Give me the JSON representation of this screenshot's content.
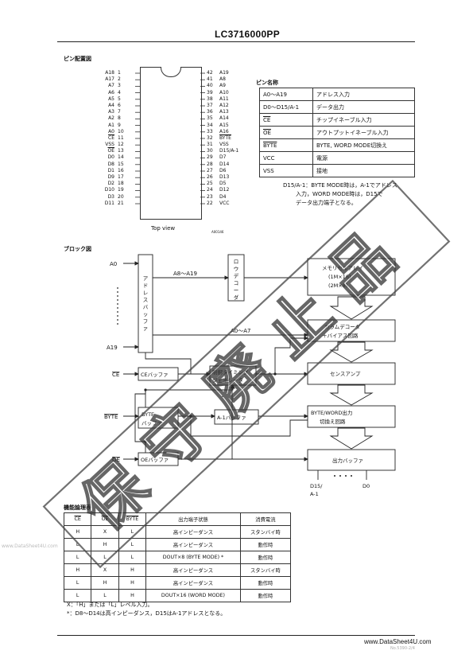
{
  "header": {
    "part_number": "LC3716000PP"
  },
  "pinout": {
    "title": "ピン配置図",
    "left_pins": [
      {
        "name": "A18",
        "num": "1"
      },
      {
        "name": "A17",
        "num": "2"
      },
      {
        "name": "A7",
        "num": "3"
      },
      {
        "name": "A6",
        "num": "4"
      },
      {
        "name": "A5",
        "num": "5"
      },
      {
        "name": "A4",
        "num": "6"
      },
      {
        "name": "A3",
        "num": "7"
      },
      {
        "name": "A2",
        "num": "8"
      },
      {
        "name": "A1",
        "num": "9"
      },
      {
        "name": "A0",
        "num": "10"
      },
      {
        "name": "CE",
        "num": "11"
      },
      {
        "name": "VSS",
        "num": "12"
      },
      {
        "name": "OE",
        "num": "13"
      },
      {
        "name": "D0",
        "num": "14"
      },
      {
        "name": "D8",
        "num": "15"
      },
      {
        "name": "D1",
        "num": "16"
      },
      {
        "name": "D9",
        "num": "17"
      },
      {
        "name": "D2",
        "num": "18"
      },
      {
        "name": "D10",
        "num": "19"
      },
      {
        "name": "D3",
        "num": "20"
      },
      {
        "name": "D11",
        "num": "21"
      }
    ],
    "right_pins": [
      {
        "num": "42",
        "name": "A19"
      },
      {
        "num": "41",
        "name": "A8"
      },
      {
        "num": "40",
        "name": "A9"
      },
      {
        "num": "39",
        "name": "A10"
      },
      {
        "num": "38",
        "name": "A11"
      },
      {
        "num": "37",
        "name": "A12"
      },
      {
        "num": "36",
        "name": "A13"
      },
      {
        "num": "35",
        "name": "A14"
      },
      {
        "num": "34",
        "name": "A15"
      },
      {
        "num": "33",
        "name": "A16"
      },
      {
        "num": "32",
        "name": "BYTE"
      },
      {
        "num": "31",
        "name": "VSS"
      },
      {
        "num": "30",
        "name": "D15/A-1"
      },
      {
        "num": "29",
        "name": "D7"
      },
      {
        "num": "28",
        "name": "D14"
      },
      {
        "num": "27",
        "name": "D6"
      },
      {
        "num": "26",
        "name": "D13"
      },
      {
        "num": "25",
        "name": "D5"
      },
      {
        "num": "24",
        "name": "D12"
      },
      {
        "num": "23",
        "name": "D4"
      },
      {
        "num": "22",
        "name": "VCC"
      }
    ],
    "view_label": "Top view",
    "figure_code": "A00146"
  },
  "pin_names": {
    "title": "ピン名称",
    "rows": [
      {
        "pin": "A0～A19",
        "desc": "アドレス入力"
      },
      {
        "pin": "D0～D15/A-1",
        "desc": "データ出力"
      },
      {
        "pin": "CE",
        "desc": "チップイネーブル入力"
      },
      {
        "pin": "OE",
        "desc": "アウトプットイネーブル入力"
      },
      {
        "pin": "BYTE",
        "desc": "BYTE, WORD MODE切換え"
      },
      {
        "pin": "VCC",
        "desc": "電源"
      },
      {
        "pin": "VSS",
        "desc": "接地"
      }
    ],
    "note_lines": [
      "D15/A-1：BYTE MODE時は，A-1でアドレス",
      "入力，WORD MODE時は，D15で",
      "データ出力端子となる。"
    ]
  },
  "block_diagram": {
    "title": "ブロック図",
    "signal_a0": "A0",
    "signal_a19": "A19",
    "signal_a8_a19": "A8～A19",
    "signal_a0_a7": "A0～A7",
    "signal_ce": "CE",
    "signal_byte": "BYTE",
    "signal_oe": "OE",
    "address_buffer": "アドレスバッファ",
    "row_decoder": "ロウデコーダ",
    "memory_cell_array": [
      "メモリセルアレイ",
      "(1M×16)",
      "(2M×8)"
    ],
    "column_decoder": [
      "カラムデコーダ",
      "＋バイアス回路"
    ],
    "sense_amp": "センスアンプ",
    "timing_gen": [
      "制御タイミング",
      "ジェネレータ"
    ],
    "ce_buffer": "CEバッファ",
    "byte_buffer": [
      "BYTE",
      "バッファ"
    ],
    "a1_buffer": "A-1バッファ",
    "oe_buffer": "OEバッファ",
    "byte_word_switch": [
      "BYTE/WORD出力",
      "切換え回路"
    ],
    "output_buffer": "出力バッファ",
    "out_d15": "D15/",
    "out_a1": "A-1",
    "out_d0": "D0"
  },
  "function_table": {
    "title": "機能論理表",
    "headers": [
      "CE",
      "OE",
      "BYTE",
      "出力端子状態",
      "消費電流"
    ],
    "rows": [
      [
        "H",
        "X",
        "L",
        "高インピーダンス",
        "スタンバイ時"
      ],
      [
        "L",
        "H",
        "L",
        "高インピーダンス",
        "動作時"
      ],
      [
        "L",
        "L",
        "L",
        "DOUT×8 (BYTE MODE) *",
        "動作時"
      ],
      [
        "H",
        "X",
        "H",
        "高インピーダンス",
        "スタンバイ時"
      ],
      [
        "L",
        "H",
        "H",
        "高インピーダンス",
        "動作時"
      ],
      [
        "L",
        "L",
        "H",
        "DOUT×16 (WORD MODE)",
        "動作時"
      ]
    ],
    "notes": [
      "X：「H」または「L」レベル入力。",
      "*：D8～D14は高インピーダンス，D15はA-1アドレスとなる。"
    ]
  },
  "stamp_text": "保守廃止品",
  "watermark_left": "www.DataSheet4U.com",
  "footer": {
    "site": "www.DataSheet4U.com",
    "code": "No.5390-2/4"
  }
}
